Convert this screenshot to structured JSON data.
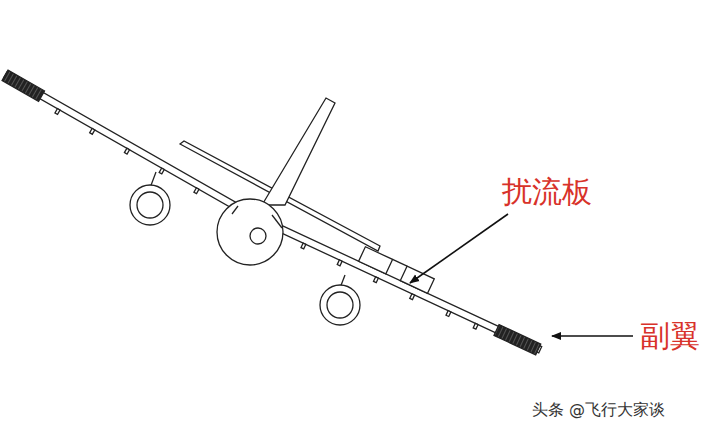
{
  "diagram": {
    "labels": [
      "扰流板",
      "副翼",
      "头条 @飞行大家谈"
    ]
  }
}
